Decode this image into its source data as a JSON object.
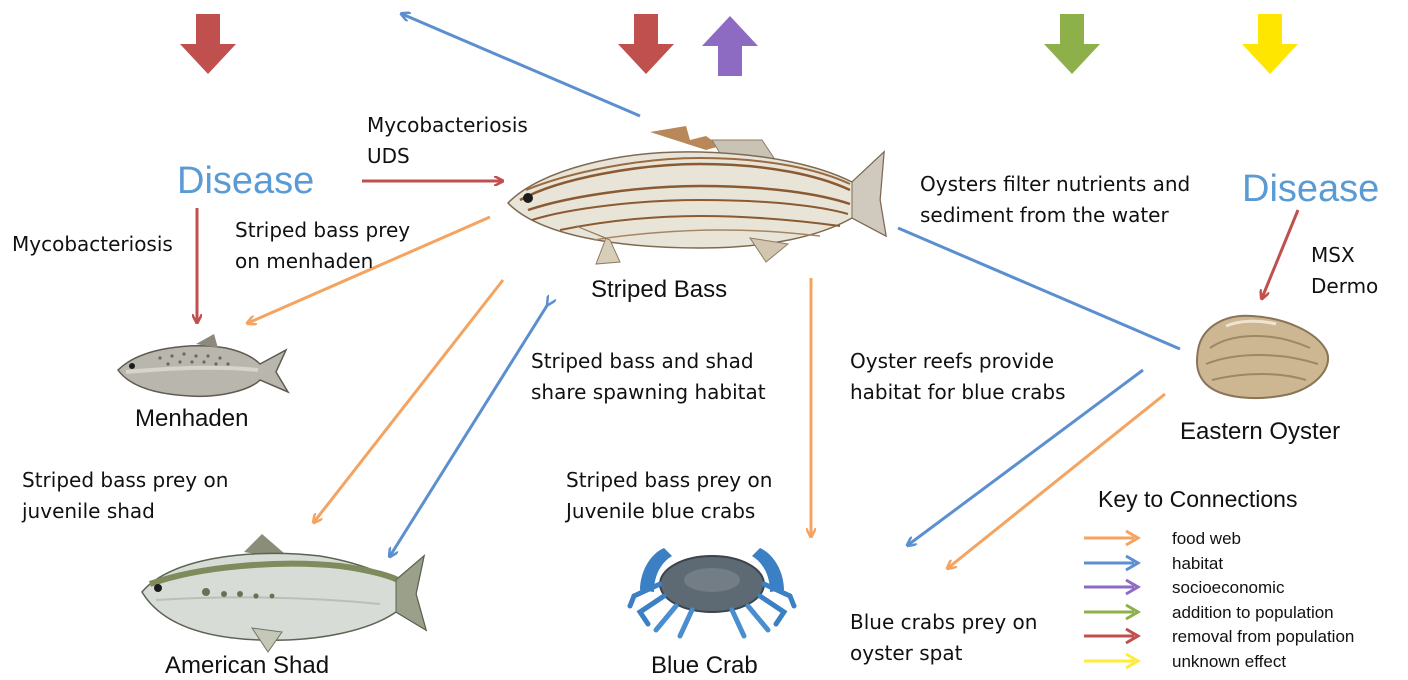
{
  "diseases": {
    "left": "Disease",
    "right": "Disease"
  },
  "species": {
    "striped_bass": "Striped Bass",
    "menhaden": "Menhaden",
    "american_shad": "American Shad",
    "blue_crab": "Blue Crab",
    "eastern_oyster": "Eastern Oyster"
  },
  "labels": {
    "myco_uds": "Mycobacteriosis\nUDS",
    "myco_left": "Mycobacteriosis",
    "prey_menhaden": "Striped bass prey\non menhaden",
    "oysters_filter": "Oysters filter nutrients and\nsediment from the water",
    "msx_dermo": "MSX\nDermo",
    "share_habitat": "Striped bass and shad\nshare spawning habitat",
    "oyster_reefs": "Oyster reefs provide\nhabitat for blue crabs",
    "prey_shad": "Striped bass prey on\njuvenile shad",
    "prey_crabs": "Striped bass prey on\nJuvenile blue crabs",
    "crabs_prey_spat": "Blue crabs prey on\noyster spat"
  },
  "key": {
    "title": "Key to Connections",
    "items": [
      {
        "label": "food web",
        "color": "#f4a460"
      },
      {
        "label": "habitat",
        "color": "#5b8fcf"
      },
      {
        "label": "socioeconomic",
        "color": "#8e6bc2"
      },
      {
        "label": "addition to population",
        "color": "#8db04a"
      },
      {
        "label": "removal from population",
        "color": "#c0504d"
      },
      {
        "label": "unknown effect",
        "color": "#ffeb3b"
      }
    ]
  },
  "colors": {
    "food_web": "#f4a460",
    "habitat": "#5b8fcf",
    "socioeconomic": "#8e6bc2",
    "addition": "#8db04a",
    "removal": "#c0504d",
    "unknown": "#ffe600",
    "disease_text": "#5b9bd5"
  },
  "icons": [
    "striped-bass-image",
    "menhaden-image",
    "american-shad-image",
    "blue-crab-image",
    "eastern-oyster-image"
  ]
}
